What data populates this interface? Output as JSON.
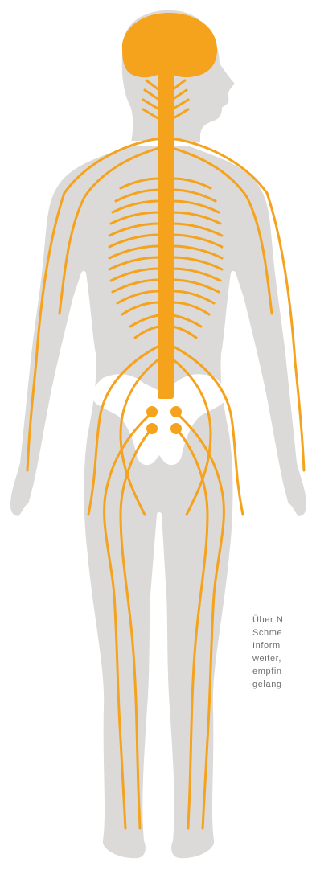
{
  "colors": {
    "nerve": "#f5a21c",
    "body": "#dcdad9",
    "outline": "#ffffff",
    "pelvis": "#ffffff",
    "caption_text": "#6f6f6f"
  },
  "caption": {
    "lines": [
      "Über N",
      "Schme",
      "Inform",
      "weiter,",
      "empfin",
      "gelang"
    ]
  },
  "icons": [
    "brain-icon",
    "spinal-cord-icon",
    "pelvis-icon"
  ]
}
